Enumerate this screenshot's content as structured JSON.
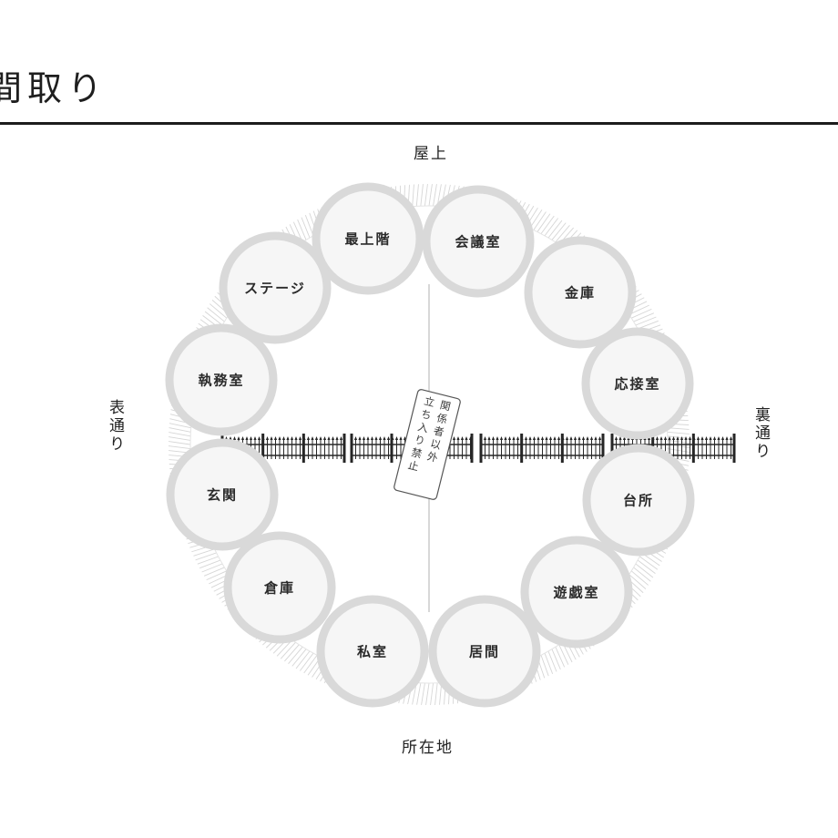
{
  "header": {
    "title": "間取り"
  },
  "directions": {
    "top": "屋上",
    "bottom": "所在地",
    "left": "表通り",
    "right": "裏通り"
  },
  "rooms": [
    {
      "id": "top-floor",
      "label": "最上階"
    },
    {
      "id": "meeting-room",
      "label": "会議室"
    },
    {
      "id": "vault",
      "label": "金庫"
    },
    {
      "id": "reception-room",
      "label": "応接室"
    },
    {
      "id": "kitchen",
      "label": "台所"
    },
    {
      "id": "game-room",
      "label": "遊戯室"
    },
    {
      "id": "living-room",
      "label": "居間"
    },
    {
      "id": "private-room",
      "label": "私室"
    },
    {
      "id": "storehouse",
      "label": "倉庫"
    },
    {
      "id": "entrance",
      "label": "玄関"
    },
    {
      "id": "office",
      "label": "執務室"
    },
    {
      "id": "stage",
      "label": "ステージ"
    }
  ],
  "sign": {
    "line1": "関係者以外",
    "line2": "立ち入り禁止"
  },
  "colors": {
    "ring": "#d9d9d9",
    "room_fill": "#f6f6f6",
    "rule": "#1c1c1c",
    "fence": "#262626"
  }
}
